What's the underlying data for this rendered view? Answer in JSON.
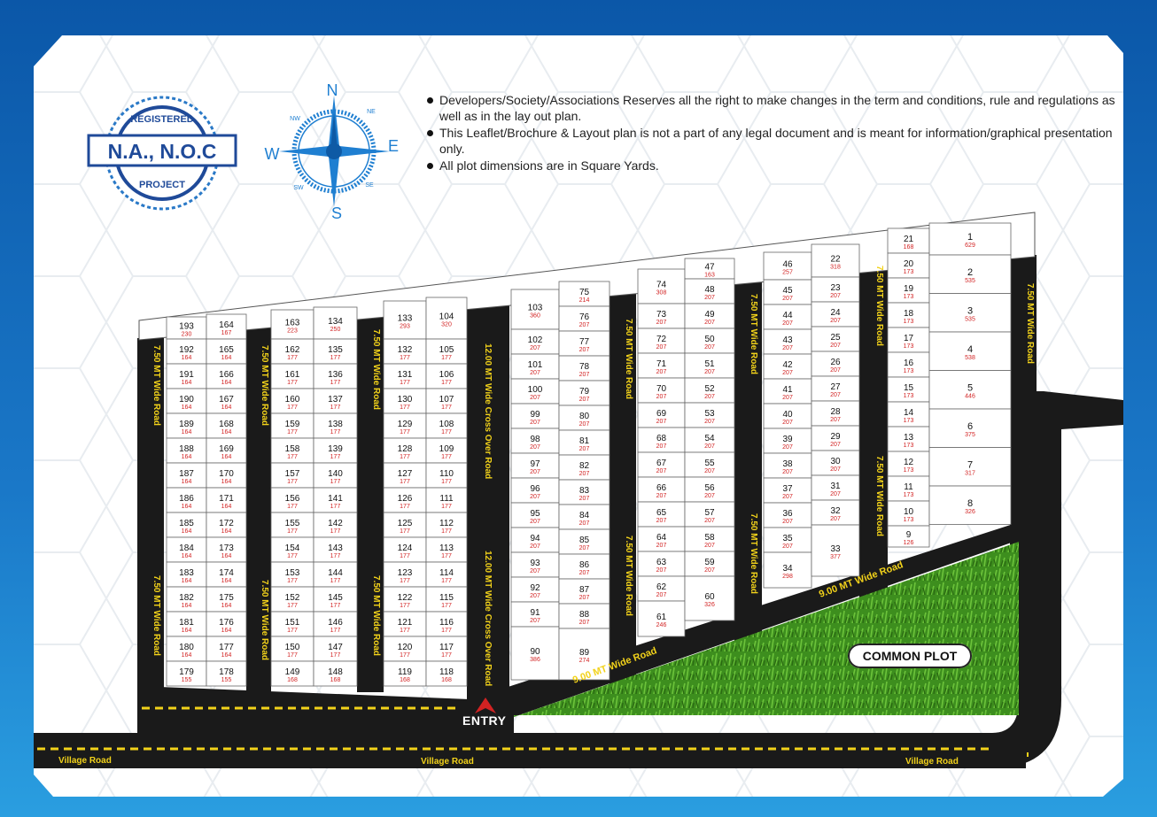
{
  "badge": {
    "top": "REGISTERED",
    "main": "N.A., N.O.C",
    "bottom": "PROJECT"
  },
  "compass": {
    "n": "N",
    "s": "S",
    "e": "E",
    "w": "W",
    "ne": "NE",
    "nw": "NW",
    "se": "SE",
    "sw": "SW"
  },
  "notes": [
    "Developers/Society/Associations Reserves all the right to make changes in the term and conditions, rule and regulations as well as in the lay out plan.",
    "This Leaflet/Brochure & Layout plan is not a part of any legal document and is meant for information/graphical presentation only.",
    "All plot dimensions are in Square Yards."
  ],
  "labels": {
    "road_750": "7.50 MT Wide Road",
    "road_1200": "12.00 MT Wide Cross Over Road",
    "road_900": "9.00 MT Wide Road",
    "village": "Village Road",
    "common_plot": "COMMON PLOT",
    "entry": "ENTRY"
  },
  "colors": {
    "road": "#1a1a1a",
    "road_text": "#f2d21a",
    "dash": "#f2d21a",
    "plot_no": "#111111",
    "plot_area": "#d22222",
    "grass": "#3f8f1f"
  },
  "plots": {
    "colA": [
      [
        "193",
        "230"
      ],
      [
        "192",
        "164"
      ],
      [
        "191",
        "164"
      ],
      [
        "190",
        "164"
      ],
      [
        "189",
        "164"
      ],
      [
        "188",
        "164"
      ],
      [
        "187",
        "164"
      ],
      [
        "186",
        "164"
      ],
      [
        "185",
        "164"
      ],
      [
        "184",
        "164"
      ],
      [
        "183",
        "164"
      ],
      [
        "182",
        "164"
      ],
      [
        "181",
        "164"
      ],
      [
        "180",
        "164"
      ],
      [
        "179",
        "155"
      ]
    ],
    "colB": [
      [
        "164",
        "167"
      ],
      [
        "165",
        "164"
      ],
      [
        "166",
        "164"
      ],
      [
        "167",
        "164"
      ],
      [
        "168",
        "164"
      ],
      [
        "169",
        "164"
      ],
      [
        "170",
        "164"
      ],
      [
        "171",
        "164"
      ],
      [
        "172",
        "164"
      ],
      [
        "173",
        "164"
      ],
      [
        "174",
        "164"
      ],
      [
        "175",
        "164"
      ],
      [
        "176",
        "164"
      ],
      [
        "177",
        "164"
      ],
      [
        "178",
        "155"
      ]
    ],
    "colC": [
      [
        "163",
        "223"
      ],
      [
        "162",
        "177"
      ],
      [
        "161",
        "177"
      ],
      [
        "160",
        "177"
      ],
      [
        "159",
        "177"
      ],
      [
        "158",
        "177"
      ],
      [
        "157",
        "177"
      ],
      [
        "156",
        "177"
      ],
      [
        "155",
        "177"
      ],
      [
        "154",
        "177"
      ],
      [
        "153",
        "177"
      ],
      [
        "152",
        "177"
      ],
      [
        "151",
        "177"
      ],
      [
        "150",
        "177"
      ],
      [
        "149",
        "168"
      ]
    ],
    "colD": [
      [
        "134",
        "250"
      ],
      [
        "135",
        "177"
      ],
      [
        "136",
        "177"
      ],
      [
        "137",
        "177"
      ],
      [
        "138",
        "177"
      ],
      [
        "139",
        "177"
      ],
      [
        "140",
        "177"
      ],
      [
        "141",
        "177"
      ],
      [
        "142",
        "177"
      ],
      [
        "143",
        "177"
      ],
      [
        "144",
        "177"
      ],
      [
        "145",
        "177"
      ],
      [
        "146",
        "177"
      ],
      [
        "147",
        "177"
      ],
      [
        "148",
        "168"
      ]
    ],
    "colE": [
      [
        "133",
        "293"
      ],
      [
        "132",
        "177"
      ],
      [
        "131",
        "177"
      ],
      [
        "130",
        "177"
      ],
      [
        "129",
        "177"
      ],
      [
        "128",
        "177"
      ],
      [
        "127",
        "177"
      ],
      [
        "126",
        "177"
      ],
      [
        "125",
        "177"
      ],
      [
        "124",
        "177"
      ],
      [
        "123",
        "177"
      ],
      [
        "122",
        "177"
      ],
      [
        "121",
        "177"
      ],
      [
        "120",
        "177"
      ],
      [
        "119",
        "168"
      ]
    ],
    "colF": [
      [
        "104",
        "320"
      ],
      [
        "105",
        "177"
      ],
      [
        "106",
        "177"
      ],
      [
        "107",
        "177"
      ],
      [
        "108",
        "177"
      ],
      [
        "109",
        "177"
      ],
      [
        "110",
        "177"
      ],
      [
        "111",
        "177"
      ],
      [
        "112",
        "177"
      ],
      [
        "113",
        "177"
      ],
      [
        "114",
        "177"
      ],
      [
        "115",
        "177"
      ],
      [
        "116",
        "177"
      ],
      [
        "117",
        "177"
      ],
      [
        "118",
        "168"
      ]
    ],
    "colG": [
      [
        "103",
        "360"
      ],
      [
        "102",
        "207"
      ],
      [
        "101",
        "207"
      ],
      [
        "100",
        "207"
      ],
      [
        "99",
        "207"
      ],
      [
        "98",
        "207"
      ],
      [
        "97",
        "207"
      ],
      [
        "96",
        "207"
      ],
      [
        "95",
        "207"
      ],
      [
        "94",
        "207"
      ],
      [
        "93",
        "207"
      ],
      [
        "92",
        "207"
      ],
      [
        "91",
        "207"
      ],
      [
        "90",
        "386"
      ]
    ],
    "colH": [
      [
        "75",
        "214"
      ],
      [
        "76",
        "207"
      ],
      [
        "77",
        "207"
      ],
      [
        "78",
        "207"
      ],
      [
        "79",
        "207"
      ],
      [
        "80",
        "207"
      ],
      [
        "81",
        "207"
      ],
      [
        "82",
        "207"
      ],
      [
        "83",
        "207"
      ],
      [
        "84",
        "207"
      ],
      [
        "85",
        "207"
      ],
      [
        "86",
        "207"
      ],
      [
        "87",
        "207"
      ],
      [
        "88",
        "207"
      ],
      [
        "89",
        "274"
      ]
    ],
    "colI": [
      [
        "74",
        "308"
      ],
      [
        "73",
        "207"
      ],
      [
        "72",
        "207"
      ],
      [
        "71",
        "207"
      ],
      [
        "70",
        "207"
      ],
      [
        "69",
        "207"
      ],
      [
        "68",
        "207"
      ],
      [
        "67",
        "207"
      ],
      [
        "66",
        "207"
      ],
      [
        "65",
        "207"
      ],
      [
        "64",
        "207"
      ],
      [
        "63",
        "207"
      ],
      [
        "62",
        "207"
      ],
      [
        "61",
        "246"
      ]
    ],
    "colJ": [
      [
        "47",
        "163"
      ],
      [
        "48",
        "207"
      ],
      [
        "49",
        "207"
      ],
      [
        "50",
        "207"
      ],
      [
        "51",
        "207"
      ],
      [
        "52",
        "207"
      ],
      [
        "53",
        "207"
      ],
      [
        "54",
        "207"
      ],
      [
        "55",
        "207"
      ],
      [
        "56",
        "207"
      ],
      [
        "57",
        "207"
      ],
      [
        "58",
        "207"
      ],
      [
        "59",
        "207"
      ],
      [
        "60",
        "326"
      ]
    ],
    "colK": [
      [
        "46",
        "257"
      ],
      [
        "45",
        "207"
      ],
      [
        "44",
        "207"
      ],
      [
        "43",
        "207"
      ],
      [
        "42",
        "207"
      ],
      [
        "41",
        "207"
      ],
      [
        "40",
        "207"
      ],
      [
        "39",
        "207"
      ],
      [
        "38",
        "207"
      ],
      [
        "37",
        "207"
      ],
      [
        "36",
        "207"
      ],
      [
        "35",
        "207"
      ],
      [
        "34",
        "298"
      ]
    ],
    "colL": [
      [
        "22",
        "318"
      ],
      [
        "23",
        "207"
      ],
      [
        "24",
        "207"
      ],
      [
        "25",
        "207"
      ],
      [
        "26",
        "207"
      ],
      [
        "27",
        "207"
      ],
      [
        "28",
        "207"
      ],
      [
        "29",
        "207"
      ],
      [
        "30",
        "207"
      ],
      [
        "31",
        "207"
      ],
      [
        "32",
        "207"
      ],
      [
        "33",
        "377"
      ]
    ],
    "colM": [
      [
        "21",
        "168"
      ],
      [
        "20",
        "173"
      ],
      [
        "19",
        "173"
      ],
      [
        "18",
        "173"
      ],
      [
        "17",
        "173"
      ],
      [
        "16",
        "173"
      ],
      [
        "15",
        "173"
      ],
      [
        "14",
        "173"
      ],
      [
        "13",
        "173"
      ],
      [
        "12",
        "173"
      ],
      [
        "11",
        "173"
      ],
      [
        "10",
        "173"
      ],
      [
        "9",
        "126"
      ]
    ],
    "colN": [
      [
        "1",
        "629"
      ],
      [
        "2",
        "535"
      ],
      [
        "3",
        "535"
      ],
      [
        "4",
        "538"
      ],
      [
        "5",
        "446"
      ],
      [
        "6",
        "375"
      ],
      [
        "7",
        "317"
      ],
      [
        "8",
        "326"
      ]
    ]
  }
}
